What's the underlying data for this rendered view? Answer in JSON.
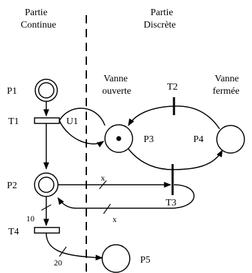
{
  "headers": {
    "left": [
      "Partie",
      "Continue"
    ],
    "right": [
      "Partie",
      "Discrète"
    ]
  },
  "places": {
    "p1": "P1",
    "p2": "P2",
    "p3": "P3",
    "p4": "P4",
    "p5": "P5"
  },
  "transitions": {
    "t1": "T1",
    "t2": "T2",
    "t3": "T3",
    "t4": "T4"
  },
  "labels": {
    "u1": "U1",
    "vanne_ouverte": [
      "Vanne",
      "ouverte"
    ],
    "vanne_fermee": [
      "Vanne",
      "fermée"
    ]
  },
  "weights": {
    "p2_t3": "x",
    "t3_p2": "x",
    "p2_t4": "10",
    "t4_p5": "20"
  }
}
